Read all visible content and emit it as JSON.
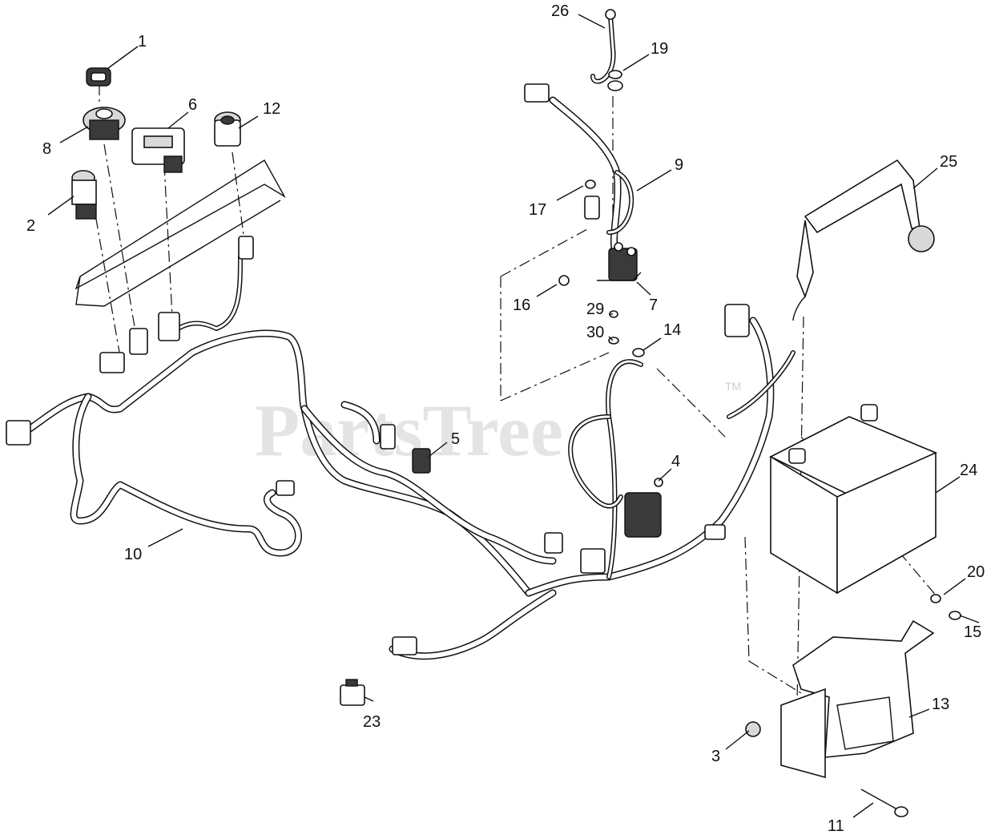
{
  "watermark": {
    "text": "PartsTree",
    "mark": "TM"
  },
  "callouts": [
    {
      "id": "c1",
      "label": "1"
    },
    {
      "id": "c2",
      "label": "2"
    },
    {
      "id": "c3",
      "label": "3"
    },
    {
      "id": "c4",
      "label": "4"
    },
    {
      "id": "c5",
      "label": "5"
    },
    {
      "id": "c6",
      "label": "6"
    },
    {
      "id": "c7",
      "label": "7"
    },
    {
      "id": "c8",
      "label": "8"
    },
    {
      "id": "c9",
      "label": "9"
    },
    {
      "id": "c10",
      "label": "10"
    },
    {
      "id": "c11",
      "label": "11"
    },
    {
      "id": "c12",
      "label": "12"
    },
    {
      "id": "c13",
      "label": "13"
    },
    {
      "id": "c14",
      "label": "14"
    },
    {
      "id": "c15",
      "label": "15"
    },
    {
      "id": "c16",
      "label": "16"
    },
    {
      "id": "c17",
      "label": "17"
    },
    {
      "id": "c19",
      "label": "19"
    },
    {
      "id": "c20",
      "label": "20"
    },
    {
      "id": "c23",
      "label": "23"
    },
    {
      "id": "c24",
      "label": "24"
    },
    {
      "id": "c25",
      "label": "25"
    },
    {
      "id": "c26",
      "label": "26"
    },
    {
      "id": "c29",
      "label": "29"
    },
    {
      "id": "c30",
      "label": "30"
    }
  ]
}
